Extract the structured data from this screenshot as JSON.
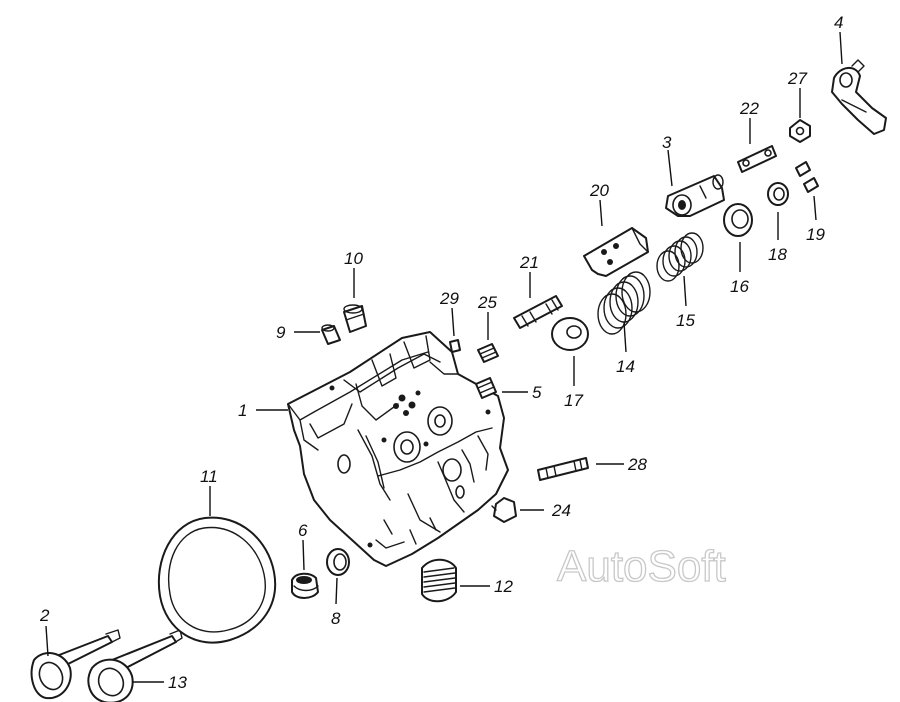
{
  "watermark": "AutoSoft",
  "labels": {
    "p1": "1",
    "p2": "2",
    "p3": "3",
    "p4": "4",
    "p5": "5",
    "p6": "6",
    "p8": "8",
    "p9": "9",
    "p10": "10",
    "p11": "11",
    "p12": "12",
    "p13": "13",
    "p14": "14",
    "p15": "15",
    "p16": "16",
    "p17": "17",
    "p18": "18",
    "p19": "19",
    "p20": "20",
    "p21": "21",
    "p22": "22",
    "p24": "24",
    "p25": "25",
    "p27": "27",
    "p28": "28",
    "p29": "29"
  }
}
